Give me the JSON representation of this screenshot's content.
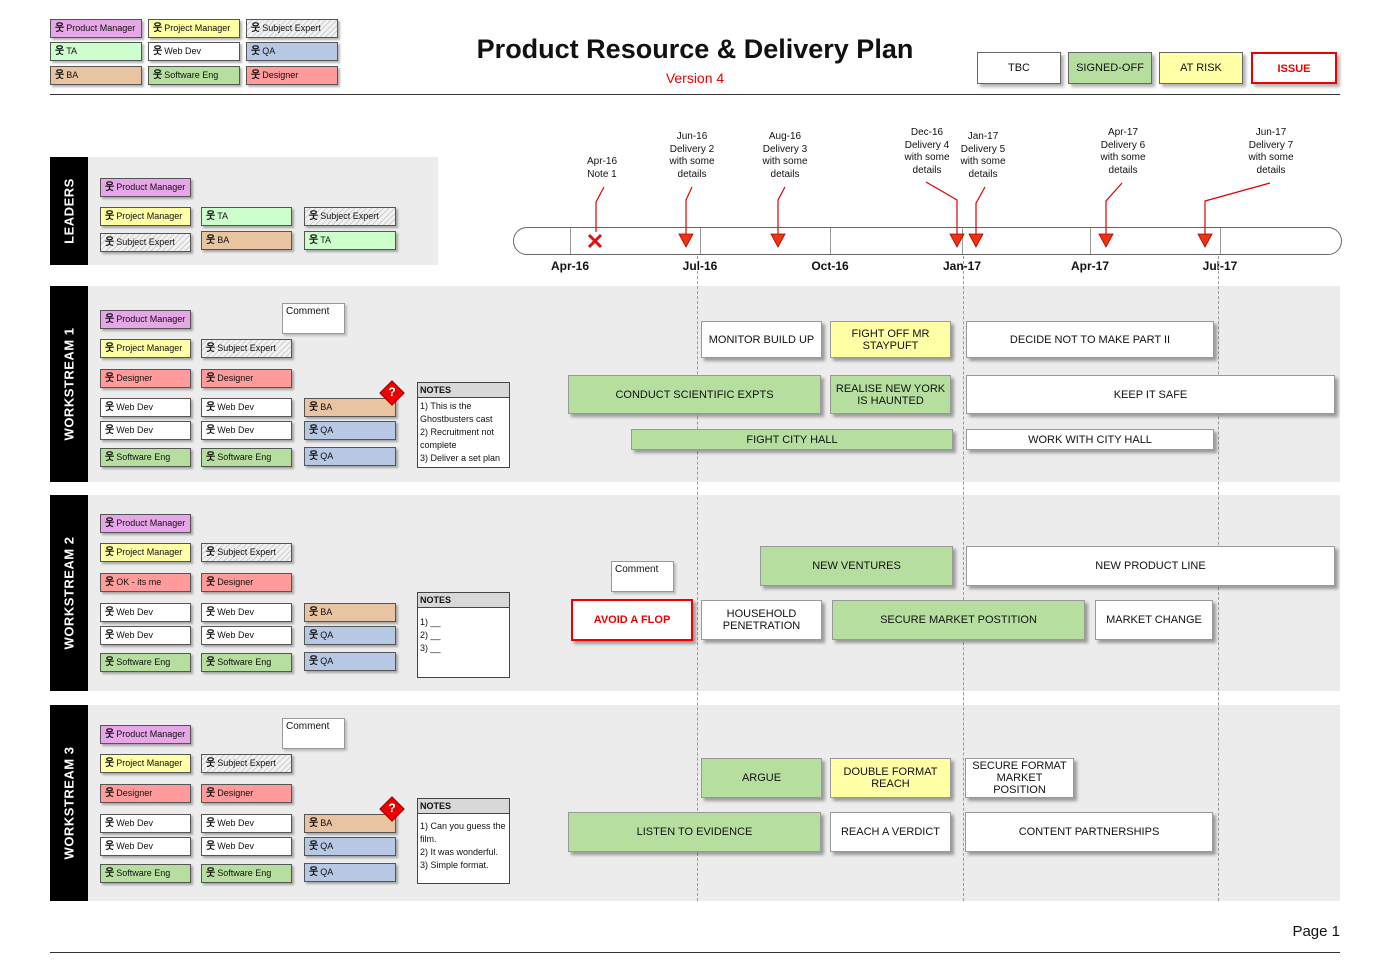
{
  "header": {
    "title": "Product Resource & Delivery Plan",
    "version": "Version 4"
  },
  "role_key": [
    "Product Manager",
    "Project Manager",
    "Subject Expert",
    "TA",
    "Web Dev",
    "QA",
    "BA",
    "Software Eng",
    "Designer"
  ],
  "status_legend": {
    "tbc": "TBC",
    "signed_off": "SIGNED-OFF",
    "at_risk": "AT RISK",
    "issue": "ISSUE",
    "colors": {
      "tbc": "#ffffff",
      "signed_off": "#b6df9f",
      "at_risk": "#ffffa6",
      "issue": "#e00000"
    }
  },
  "timeline": {
    "ticks": [
      "Apr-16",
      "Jul-16",
      "Oct-16",
      "Jan-17",
      "Apr-17",
      "Jul-17"
    ],
    "milestones": [
      {
        "label": "Apr-16\nNote 1",
        "marker": "cross"
      },
      {
        "label": "Jun-16\nDelivery 2\nwith some\ndetails",
        "marker": "triangle"
      },
      {
        "label": "Aug-16\nDelivery 3\nwith some\ndetails",
        "marker": "triangle"
      },
      {
        "label": "Dec-16\nDelivery 4\nwith some\ndetails",
        "marker": "triangle"
      },
      {
        "label": "Jan-17\nDelivery 5\nwith some\ndetails",
        "marker": "triangle"
      },
      {
        "label": "Apr-17\nDelivery 6\nwith some\ndetails",
        "marker": "triangle"
      },
      {
        "label": "Jun-17\nDelivery 7\nwith some\ndetails",
        "marker": "triangle"
      }
    ]
  },
  "leaders": {
    "label": "LEADERS",
    "roles": [
      "Product Manager",
      "Project Manager",
      "TA",
      "Subject Expert",
      "Subject Expert",
      "BA",
      "TA"
    ]
  },
  "workstreams": [
    {
      "label": "WORKSTREAM 1",
      "comment": "Comment",
      "roles": [
        "Product Manager",
        "Project Manager",
        "Subject Expert",
        "Designer",
        "Designer",
        "Web Dev",
        "Web Dev",
        "BA",
        "Web Dev",
        "Web Dev",
        "QA",
        "Software Eng",
        "Software Eng",
        "QA"
      ],
      "notes_title": "NOTES",
      "notes": "1) This is the Ghostbusters cast\n2) Recruitment not complete\n3) Deliver a set plan",
      "tasks": [
        "MONITOR BUILD UP",
        "FIGHT OFF MR STAYPUFT",
        "DECIDE NOT TO MAKE PART II",
        "CONDUCT SCIENTIFIC EXPTS",
        "REALISE NEW YORK IS HAUNTED",
        "KEEP IT SAFE",
        "FIGHT CITY HALL",
        "WORK WITH CITY HALL"
      ]
    },
    {
      "label": "WORKSTREAM 2",
      "comment": "Comment",
      "roles": [
        "Product Manager",
        "Project Manager",
        "Subject Expert",
        "OK - its me",
        "Designer",
        "Web Dev",
        "Web Dev",
        "BA",
        "Web Dev",
        "Web Dev",
        "QA",
        "Software Eng",
        "Software Eng",
        "QA"
      ],
      "notes_title": "NOTES",
      "notes": "1) __\n2) __\n3) __",
      "tasks": [
        "NEW VENTURES",
        "NEW PRODUCT LINE",
        "AVOID A FLOP",
        "HOUSEHOLD PENETRATION",
        "SECURE MARKET POSTITION",
        "MARKET CHANGE"
      ]
    },
    {
      "label": "WORKSTREAM 3",
      "comment": "Comment",
      "roles": [
        "Product Manager",
        "Project Manager",
        "Subject Expert",
        "Designer",
        "Designer",
        "Web Dev",
        "Web Dev",
        "BA",
        "Web Dev",
        "Web Dev",
        "QA",
        "Software Eng",
        "Software Eng",
        "QA"
      ],
      "notes_title": "NOTES",
      "notes": "1) Can you guess the film.\n2) It was wonderful.\n3) Simple format.",
      "tasks": [
        "ARGUE",
        "DOUBLE FORMAT REACH",
        "SECURE FORMAT MARKET POSITION",
        "LISTEN TO EVIDENCE",
        "REACH A VERDICT",
        "CONTENT PARTNERSHIPS"
      ]
    }
  ],
  "footer": {
    "page": "Page 1"
  }
}
